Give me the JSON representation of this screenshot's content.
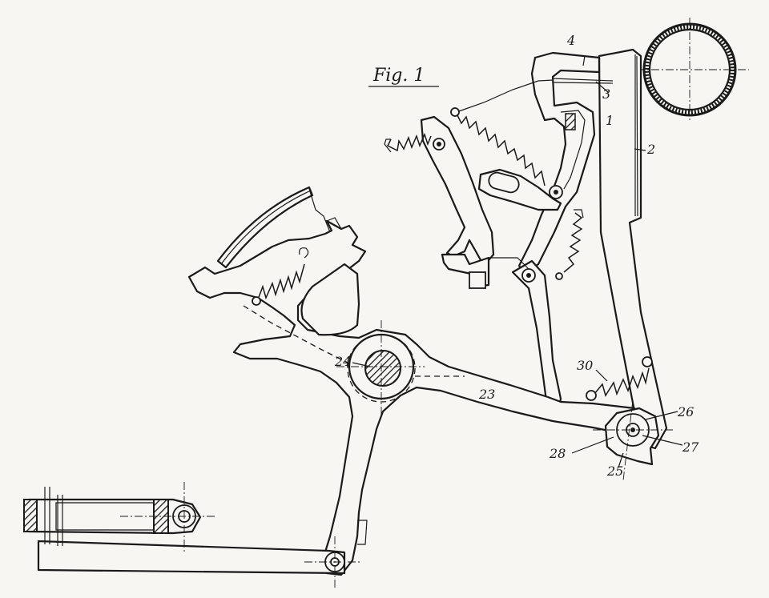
{
  "figure": {
    "title": "Fig. 1"
  },
  "labels": {
    "l1": "1",
    "l2": "2",
    "l3": "3",
    "l4": "4",
    "l23": "23",
    "l24": "24",
    "l25": "25",
    "l26": "26",
    "l27": "27",
    "l28": "28",
    "l30": "30"
  },
  "colors": {
    "ink": "#1a1a1a",
    "paper": "#f7f6f2"
  }
}
